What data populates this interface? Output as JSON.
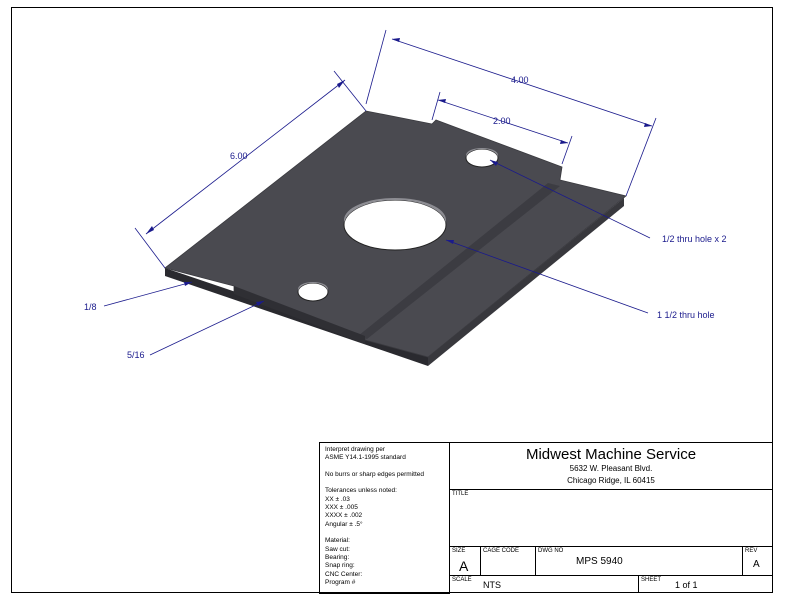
{
  "dimensions": {
    "overall_length": "6.00",
    "overall_width": "4.00",
    "hole_spacing": "2.00",
    "small_holes": "1/2 thru hole x 2",
    "large_hole": "1 1/2 thru hole",
    "thickness_thin": "1/8",
    "thickness_thick": "5/16"
  },
  "notes": {
    "line1": "Interpret drawing per",
    "line2": "ASME Y14.1-1995 standard",
    "line3": "No burrs or sharp edges permitted",
    "line4": "Tolerances unless noted:",
    "line5": "XX ± .03",
    "line6": "XXX ± .005",
    "line7": "XXXX ± .002",
    "line8": "Angular ± .5°",
    "line9": "Material:",
    "line10": "Saw cut:",
    "line11": "Bearing:",
    "line12": "Snap ring:",
    "line13": "CNC Center:",
    "line14": "Program #"
  },
  "title_block": {
    "company": "Midwest Machine Service",
    "address1": "5632 W. Pleasant Blvd.",
    "address2": "Chicago Ridge, IL 60415",
    "title_label": "TITLE",
    "size_label": "SIZE",
    "size_value": "A",
    "cage_label": "CAGE CODE",
    "dwg_label": "DWG NO",
    "dwg_value": "MPS 5940",
    "rev_label": "REV",
    "rev_value": "A",
    "scale_label": "SCALE",
    "scale_value": "NTS",
    "sheet_label": "SHEET",
    "sheet_value": "1 of 1"
  },
  "colors": {
    "dimension_line": "#1a1a8c",
    "part_top": "#4a4a50",
    "part_side": "#2e2e33"
  }
}
